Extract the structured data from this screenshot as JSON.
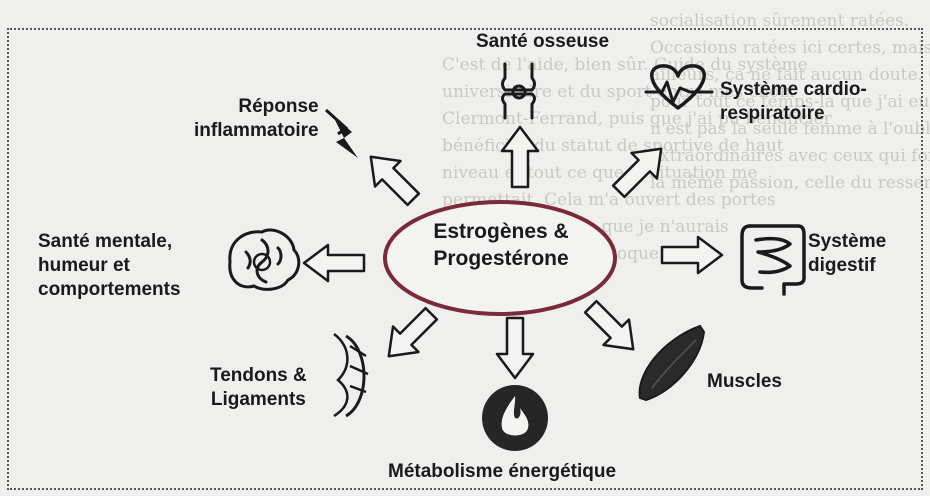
{
  "center": {
    "label": "Estrogènes &\nProgestérone"
  },
  "nodes": {
    "bone": {
      "label": "Santé osseuse",
      "icon": "bone-joint-icon"
    },
    "cardio": {
      "label": "Système cardio-\nrespiratoire",
      "icon": "heart-pulse-icon"
    },
    "digestive": {
      "label": "Système\ndigestif",
      "icon": "intestine-icon"
    },
    "muscles": {
      "label": "Muscles",
      "icon": "muscle-icon"
    },
    "metabolism": {
      "label": "Métabolisme énergétique",
      "icon": "flame-icon"
    },
    "tendons": {
      "label": "Tendons &\nLigaments",
      "icon": "tendon-icon"
    },
    "mental": {
      "label": "Santé mentale,\nhumeur et\ncomportements",
      "icon": "brain-icon"
    },
    "inflammation": {
      "label": "Réponse\ninflammatoire",
      "icon": "lightning-icon"
    }
  },
  "background_text": {
    "left": [
      "C'est de l'aide, bien sûr. Guide du système",
      "universitaire et du sport entre mes choix",
      "Clermont-Ferrand, puis que j'ai pu bénéficier",
      "bénéficier du statut de sportive de haut",
      "niveau et tout ce que la situation me",
      "permettait. Cela m'a ouvert des portes",
      "et des possibilités que je n'aurais",
      "pas imaginées à l'époque."
    ],
    "right": [
      "socialisation sûrement ratées.",
      "Occasions ratées ici certes, mais gagnées",
      "ailleurs, ça ne fait aucun doute. Car je",
      "pour tout ce temps-là que j'ai eu",
      "n'est pas la seule femme à l'oublier",
      "extraordinaires avec ceux qui font partie",
      "la même passion, celle du ressenti."
    ]
  }
}
